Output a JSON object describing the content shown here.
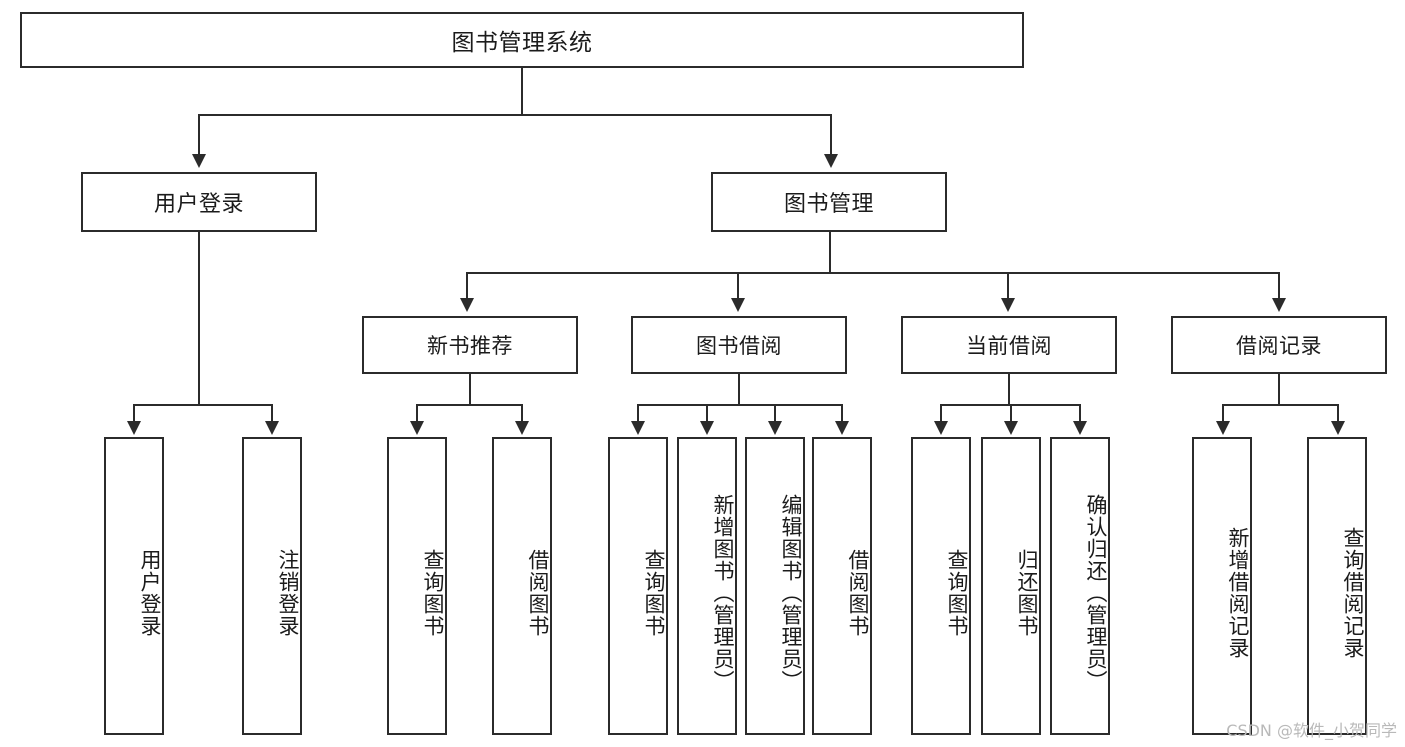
{
  "diagram": {
    "title": "图书管理系统",
    "watermark": "CSDN @软件_小贺同学",
    "type": "tree",
    "colors": {
      "box_border": "#2b2b2b",
      "box_fill": "#ffffff",
      "connector": "#2b2b2b",
      "text": "#1b1b1b",
      "watermark": "#b9b9b9",
      "background": "#ffffff"
    },
    "root": {
      "label": "图书管理系统"
    },
    "level1": [
      {
        "label": "用户登录"
      },
      {
        "label": "图书管理"
      }
    ],
    "level2": [
      {
        "label": "新书推荐"
      },
      {
        "label": "图书借阅"
      },
      {
        "label": "当前借阅"
      },
      {
        "label": "借阅记录"
      }
    ],
    "leaves": {
      "user_login": [
        {
          "label": "用户登录"
        },
        {
          "label": "注销登录"
        }
      ],
      "new_book_recommend": [
        {
          "label": "查询图书"
        },
        {
          "label": "借阅图书"
        }
      ],
      "book_borrow": [
        {
          "label": "查询图书"
        },
        {
          "label": "新增图书（管理员）"
        },
        {
          "label": "编辑图书（管理员）"
        },
        {
          "label": "借阅图书"
        }
      ],
      "current_borrow": [
        {
          "label": "查询图书"
        },
        {
          "label": "归还图书"
        },
        {
          "label": "确认归还（管理员）"
        }
      ],
      "borrow_record": [
        {
          "label": "新增借阅记录"
        },
        {
          "label": "查询借阅记录"
        }
      ]
    }
  }
}
